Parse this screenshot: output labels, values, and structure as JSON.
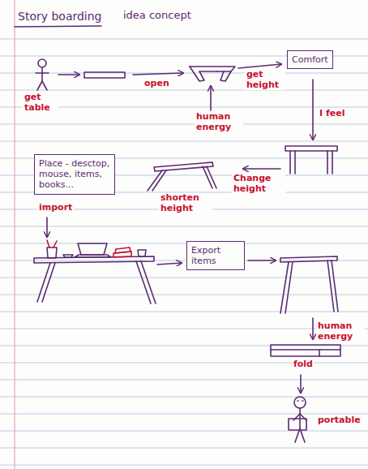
{
  "diagram": {
    "title": "Story boarding",
    "nodes": [
      {
        "text": [
          "Comfort"
        ]
      },
      {
        "text": [
          "Place - desctop, mouse, items, books..."
        ]
      },
      {
        "text": [
          "Export items"
        ]
      }
    ],
    "labels": [
      "idea concept",
      "get table",
      "open",
      "human energy",
      "get height",
      "I feel",
      "Change height",
      "shorten height",
      "import",
      "human energy",
      "fold",
      "portable"
    ]
  }
}
